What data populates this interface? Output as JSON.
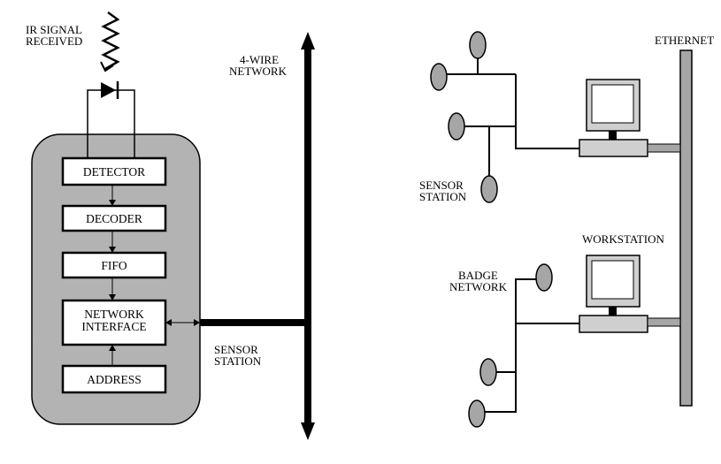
{
  "labels": {
    "ir_signal_line1": "IR SIGNAL",
    "ir_signal_line2": "RECEIVED",
    "network_line1": "4-WIRE",
    "network_line2": "NETWORK",
    "sensor_station_left_line1": "SENSOR",
    "sensor_station_left_line2": "STATION",
    "sensor_station_right_line1": "SENSOR",
    "sensor_station_right_line2": "STATION",
    "ethernet": "ETHERNET",
    "workstation": "WORKSTATION",
    "badge_network_line1": "BADGE",
    "badge_network_line2": "NETWORK"
  },
  "blocks": {
    "detector": "DETECTOR",
    "decoder": "DECODER",
    "fifo": "FIFO",
    "network_interface_line1": "NETWORK",
    "network_interface_line2": "INTERFACE",
    "address": "ADDRESS"
  },
  "colors": {
    "station_fill": "#b3b3b3",
    "node_fill": "#a6a6a6",
    "ethernet_fill": "#a6a6a6",
    "stroke": "#000000",
    "monitor_fill": "#cfcfcf",
    "screen_fill": "#ffffff"
  }
}
